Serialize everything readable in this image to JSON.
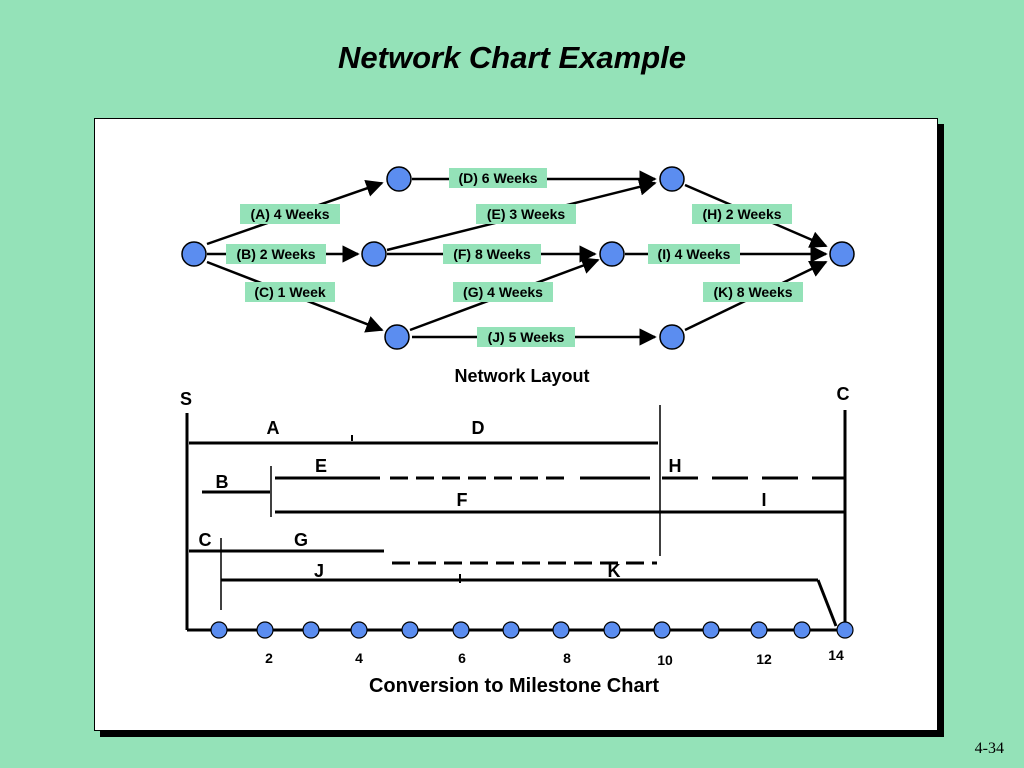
{
  "slide": {
    "title": "Network Chart Example",
    "page_number": "4-34",
    "background_color": "#94e2b8",
    "node_color": "#5b8df0",
    "label_highlight_color": "#94e2b8"
  },
  "network": {
    "caption": "Network Layout",
    "activities": [
      {
        "id": "A",
        "label": "(A) 4 Weeks"
      },
      {
        "id": "B",
        "label": "(B) 2 Weeks"
      },
      {
        "id": "C",
        "label": "(C) 1 Week"
      },
      {
        "id": "D",
        "label": "(D) 6 Weeks"
      },
      {
        "id": "E",
        "label": "(E) 3 Weeks"
      },
      {
        "id": "F",
        "label": "(F) 8 Weeks"
      },
      {
        "id": "G",
        "label": "(G) 4 Weeks"
      },
      {
        "id": "H",
        "label": "(H) 2 Weeks"
      },
      {
        "id": "I",
        "label": "(I) 4 Weeks"
      },
      {
        "id": "J",
        "label": "(J) 5 Weeks"
      },
      {
        "id": "K",
        "label": "(K) 8 Weeks"
      }
    ]
  },
  "milestone": {
    "caption": "Conversion to Milestone Chart",
    "start_label": "S",
    "end_label": "C",
    "bar_letters": {
      "A": "A",
      "B": "B",
      "C": "C",
      "D": "D",
      "E": "E",
      "F": "F",
      "G": "G",
      "H": "H",
      "I": "I",
      "J": "J",
      "K": "K"
    },
    "axis_ticks": [
      "2",
      "4",
      "6",
      "8",
      "10",
      "12",
      "14"
    ]
  }
}
